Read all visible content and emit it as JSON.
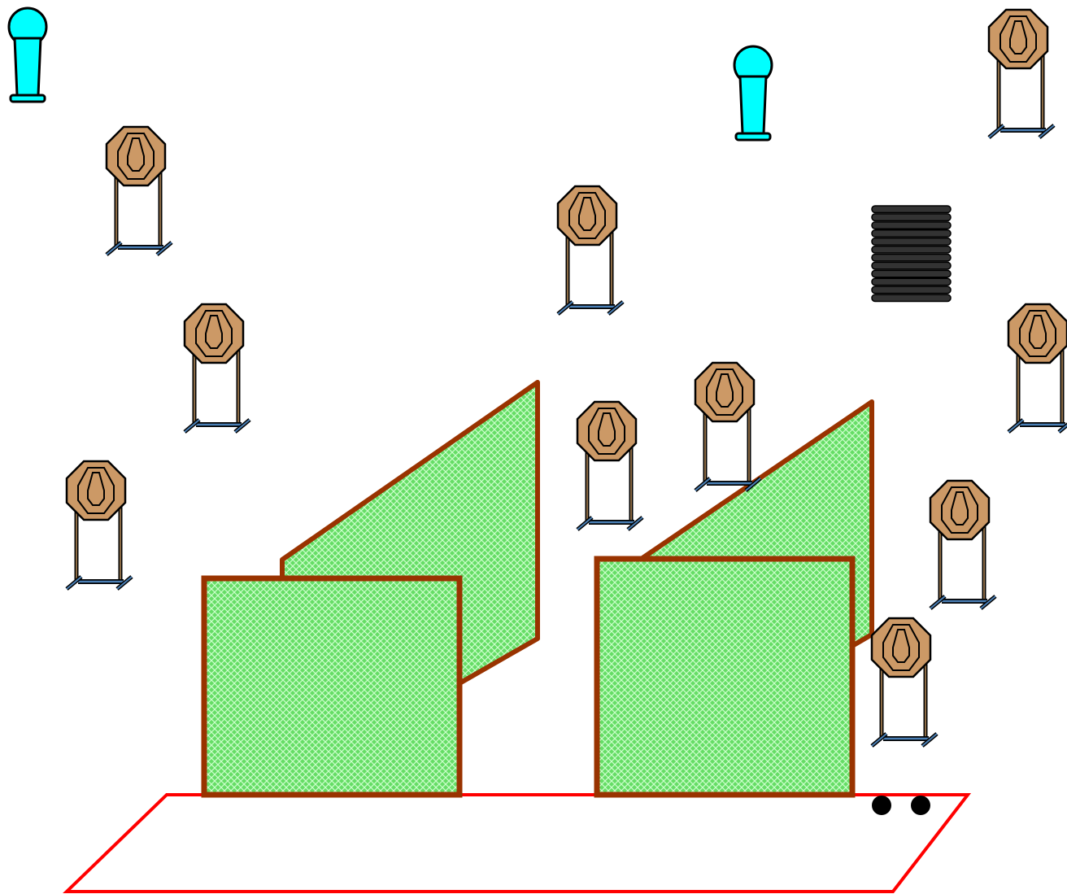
{
  "diagram": {
    "type": "shooting-stage-layout",
    "colors": {
      "background": "#ffffff",
      "target_fill": "#cc9966",
      "target_outline": "#000000",
      "stand_base": "#4a7fb5",
      "popper_fill": "#00ffff",
      "wall_fill": "#66dd66",
      "wall_border": "#993300",
      "shooting_box": "#ff0000",
      "barrel_stack": "#333333",
      "start_marker": "#000000"
    },
    "paper_targets": [
      {
        "name": "paper-target-1"
      },
      {
        "name": "paper-target-2"
      },
      {
        "name": "paper-target-3"
      },
      {
        "name": "paper-target-4"
      },
      {
        "name": "paper-target-5"
      },
      {
        "name": "paper-target-6"
      },
      {
        "name": "paper-target-7"
      },
      {
        "name": "paper-target-8"
      },
      {
        "name": "paper-target-9"
      },
      {
        "name": "paper-target-10"
      }
    ],
    "steel_poppers": [
      {
        "name": "popper-1"
      },
      {
        "name": "popper-2"
      }
    ],
    "walls": [
      {
        "name": "wall-left"
      },
      {
        "name": "wall-right"
      }
    ],
    "barrel_stack_count": 12,
    "start_markers_count": 2
  }
}
